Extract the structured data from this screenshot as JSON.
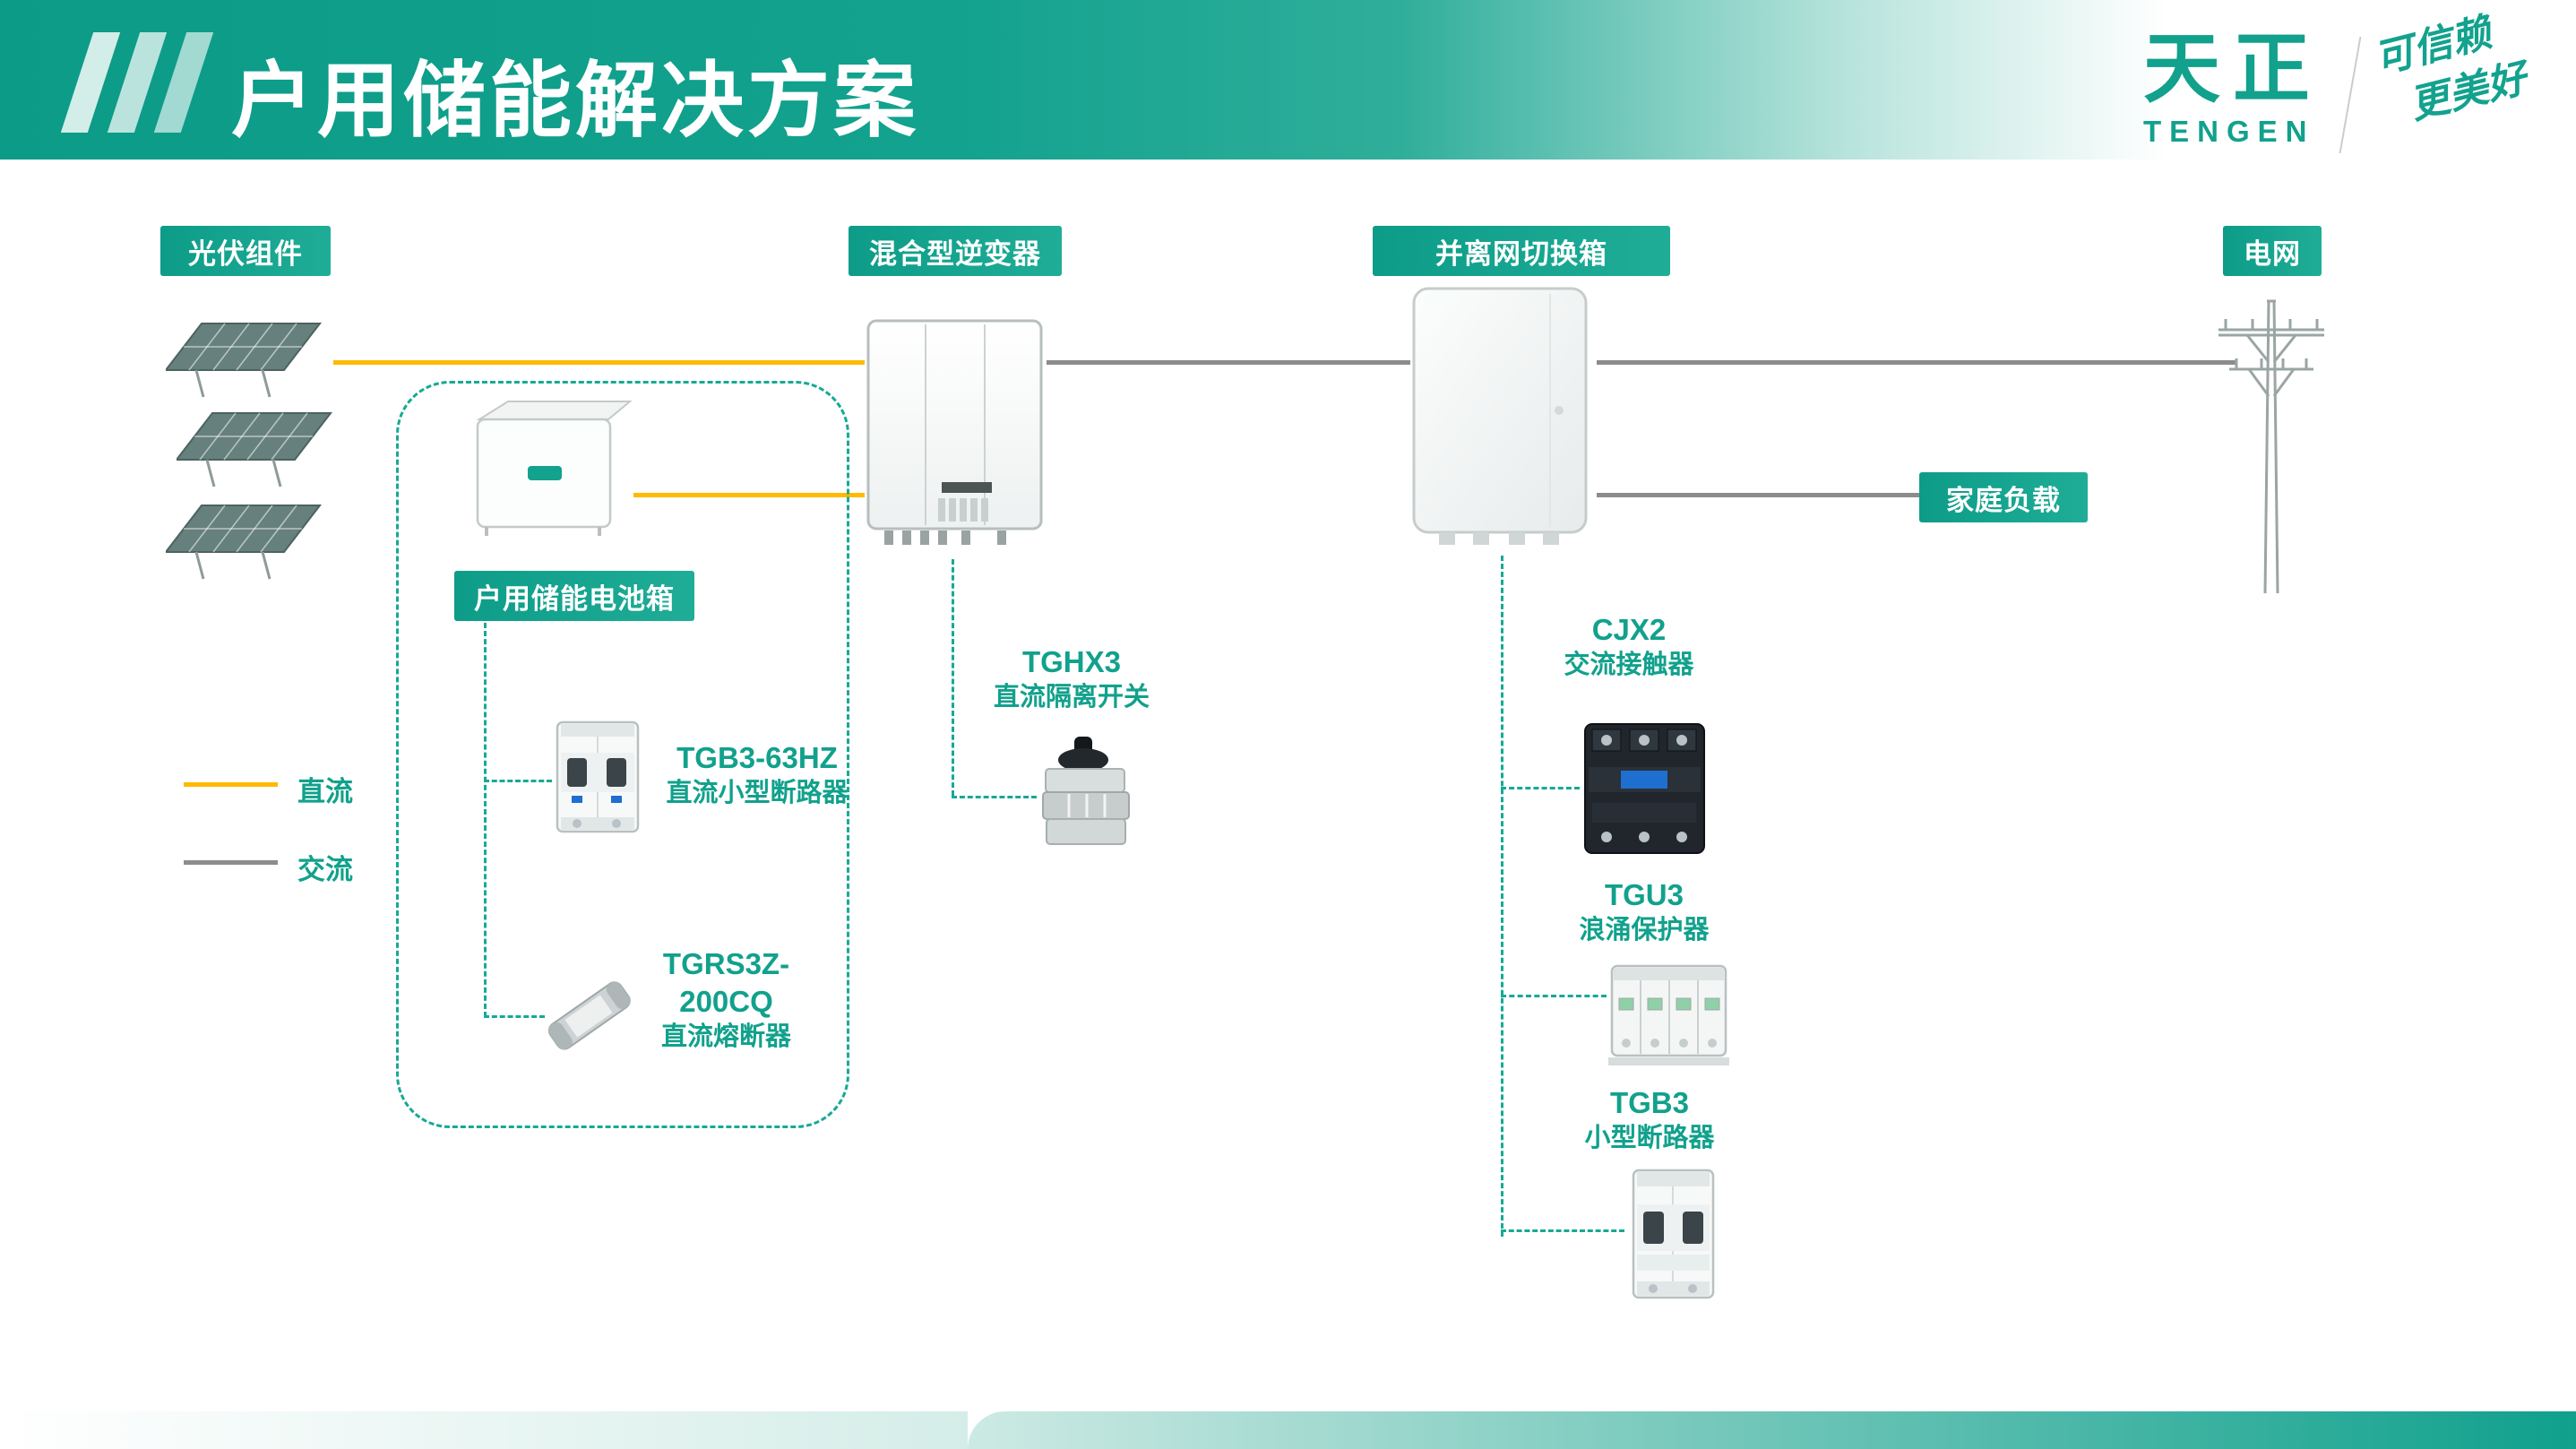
{
  "header": {
    "title": "户用储能解决方案",
    "brand": {
      "cn": "天正",
      "en": "TENGEN",
      "slogan1": "可信赖",
      "slogan2": "更美好"
    }
  },
  "tags": {
    "pv": "光伏组件",
    "inverter": "混合型逆变器",
    "switch_box": "并离网切换箱",
    "grid": "电网",
    "home_load": "家庭负载",
    "battery_box": "户用储能电池箱"
  },
  "legend": {
    "dc": "直流",
    "ac": "交流"
  },
  "components": {
    "dc_breaker": {
      "model": "TGB3-63HZ",
      "name": "直流小型断路器"
    },
    "dc_fuse": {
      "model": "TGRS3Z-200CQ",
      "name": "直流熔断器"
    },
    "dc_isolator": {
      "model": "TGHX3",
      "name": "直流隔离开关"
    },
    "ac_contactor": {
      "model": "CJX2",
      "name": "交流接触器"
    },
    "spd": {
      "model": "TGU3",
      "name": "浪涌保护器"
    },
    "mcb": {
      "model": "TGB3",
      "name": "小型断路器"
    }
  },
  "colors": {
    "teal": "#11a18c",
    "dc_yellow": "#ffb900",
    "ac_gray": "#8c8c8c"
  }
}
